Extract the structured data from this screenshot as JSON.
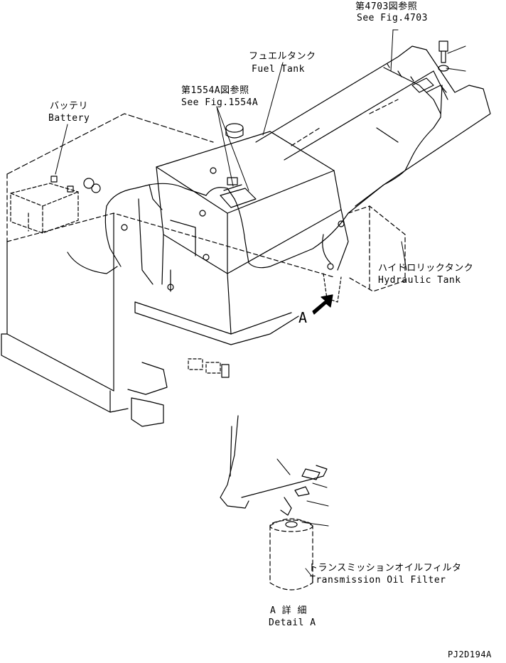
{
  "labels": {
    "ref_4703_jp": "第4703図参照",
    "ref_4703_en": "See Fig.4703",
    "fuel_tank_jp": "フュエルタンク",
    "fuel_tank_en": "Fuel Tank",
    "ref_1554a_jp": "第1554A図参照",
    "ref_1554a_en": "See Fig.1554A",
    "battery_jp": "バッテリ",
    "battery_en": "Battery",
    "hydraulic_tank_jp": "ハイドロリックタンク",
    "hydraulic_tank_en": "Hydraulic Tank",
    "view_marker": "A",
    "filter_jp": "トランスミッションオイルフィルタ",
    "filter_en": "Transmission Oil Filter",
    "detail_jp": "A 詳 細",
    "detail_en": "Detail A",
    "drawing_code": "PJ2D194A"
  },
  "colors": {
    "line": "#000000",
    "background": "#ffffff"
  }
}
